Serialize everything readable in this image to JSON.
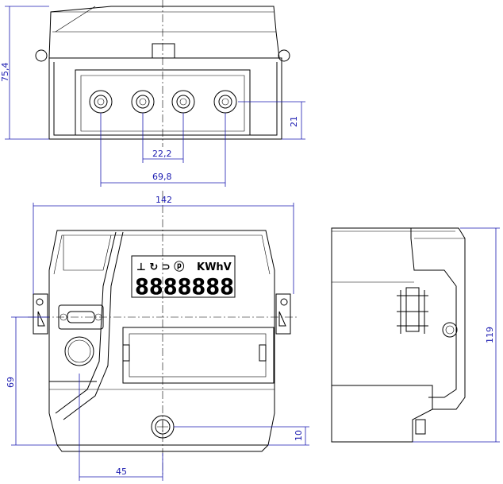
{
  "dimensions": {
    "height_front_top": "75,4",
    "connector_height": "21",
    "terminal_pitch": "22,2",
    "terminal_span": "69,8",
    "overall_width": "142",
    "mount_height": "69",
    "foot_height": "10",
    "offset_left": "45",
    "overall_height": "119"
  },
  "lcd": {
    "unit_label": "KWhV",
    "digits": "8888888"
  },
  "colors": {
    "dimension_line": "#1a1ab0",
    "outline": "#000000"
  }
}
